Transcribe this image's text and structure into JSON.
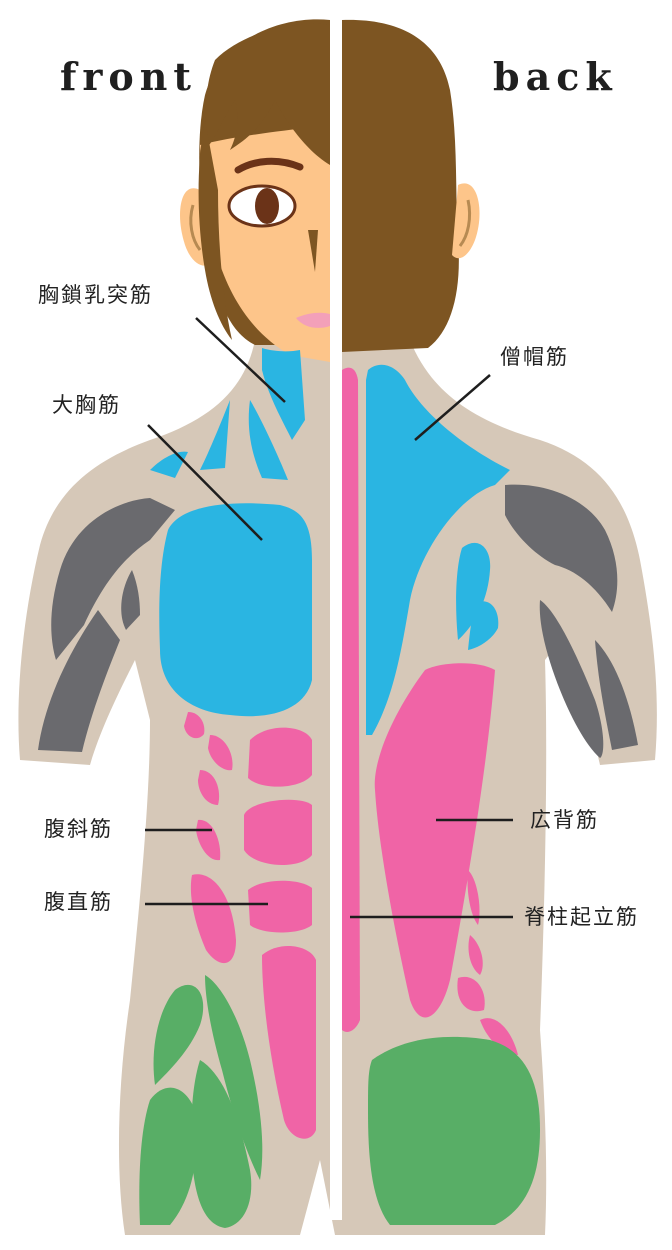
{
  "views": {
    "front": "front",
    "back": "back"
  },
  "labels": {
    "sternocleidomastoid": "胸鎖乳突筋",
    "pectoralis_major": "大胸筋",
    "external_oblique": "腹斜筋",
    "rectus_abdominis": "腹直筋",
    "trapezius": "僧帽筋",
    "latissimus_dorsi": "広背筋",
    "erector_spinae": "脊柱起立筋"
  },
  "colors": {
    "body_outline": "#d6c8b8",
    "hair": "#7d5522",
    "skin": "#fdc58a",
    "neck_chest_muscles": "#2ab5e2",
    "core_back_muscles": "#f064a6",
    "shoulder_arm_muscles": "#6a6a6e",
    "hip_thigh_muscles": "#58ae66",
    "eye_iris": "#6b3318",
    "lips": "#f3a0b9"
  }
}
